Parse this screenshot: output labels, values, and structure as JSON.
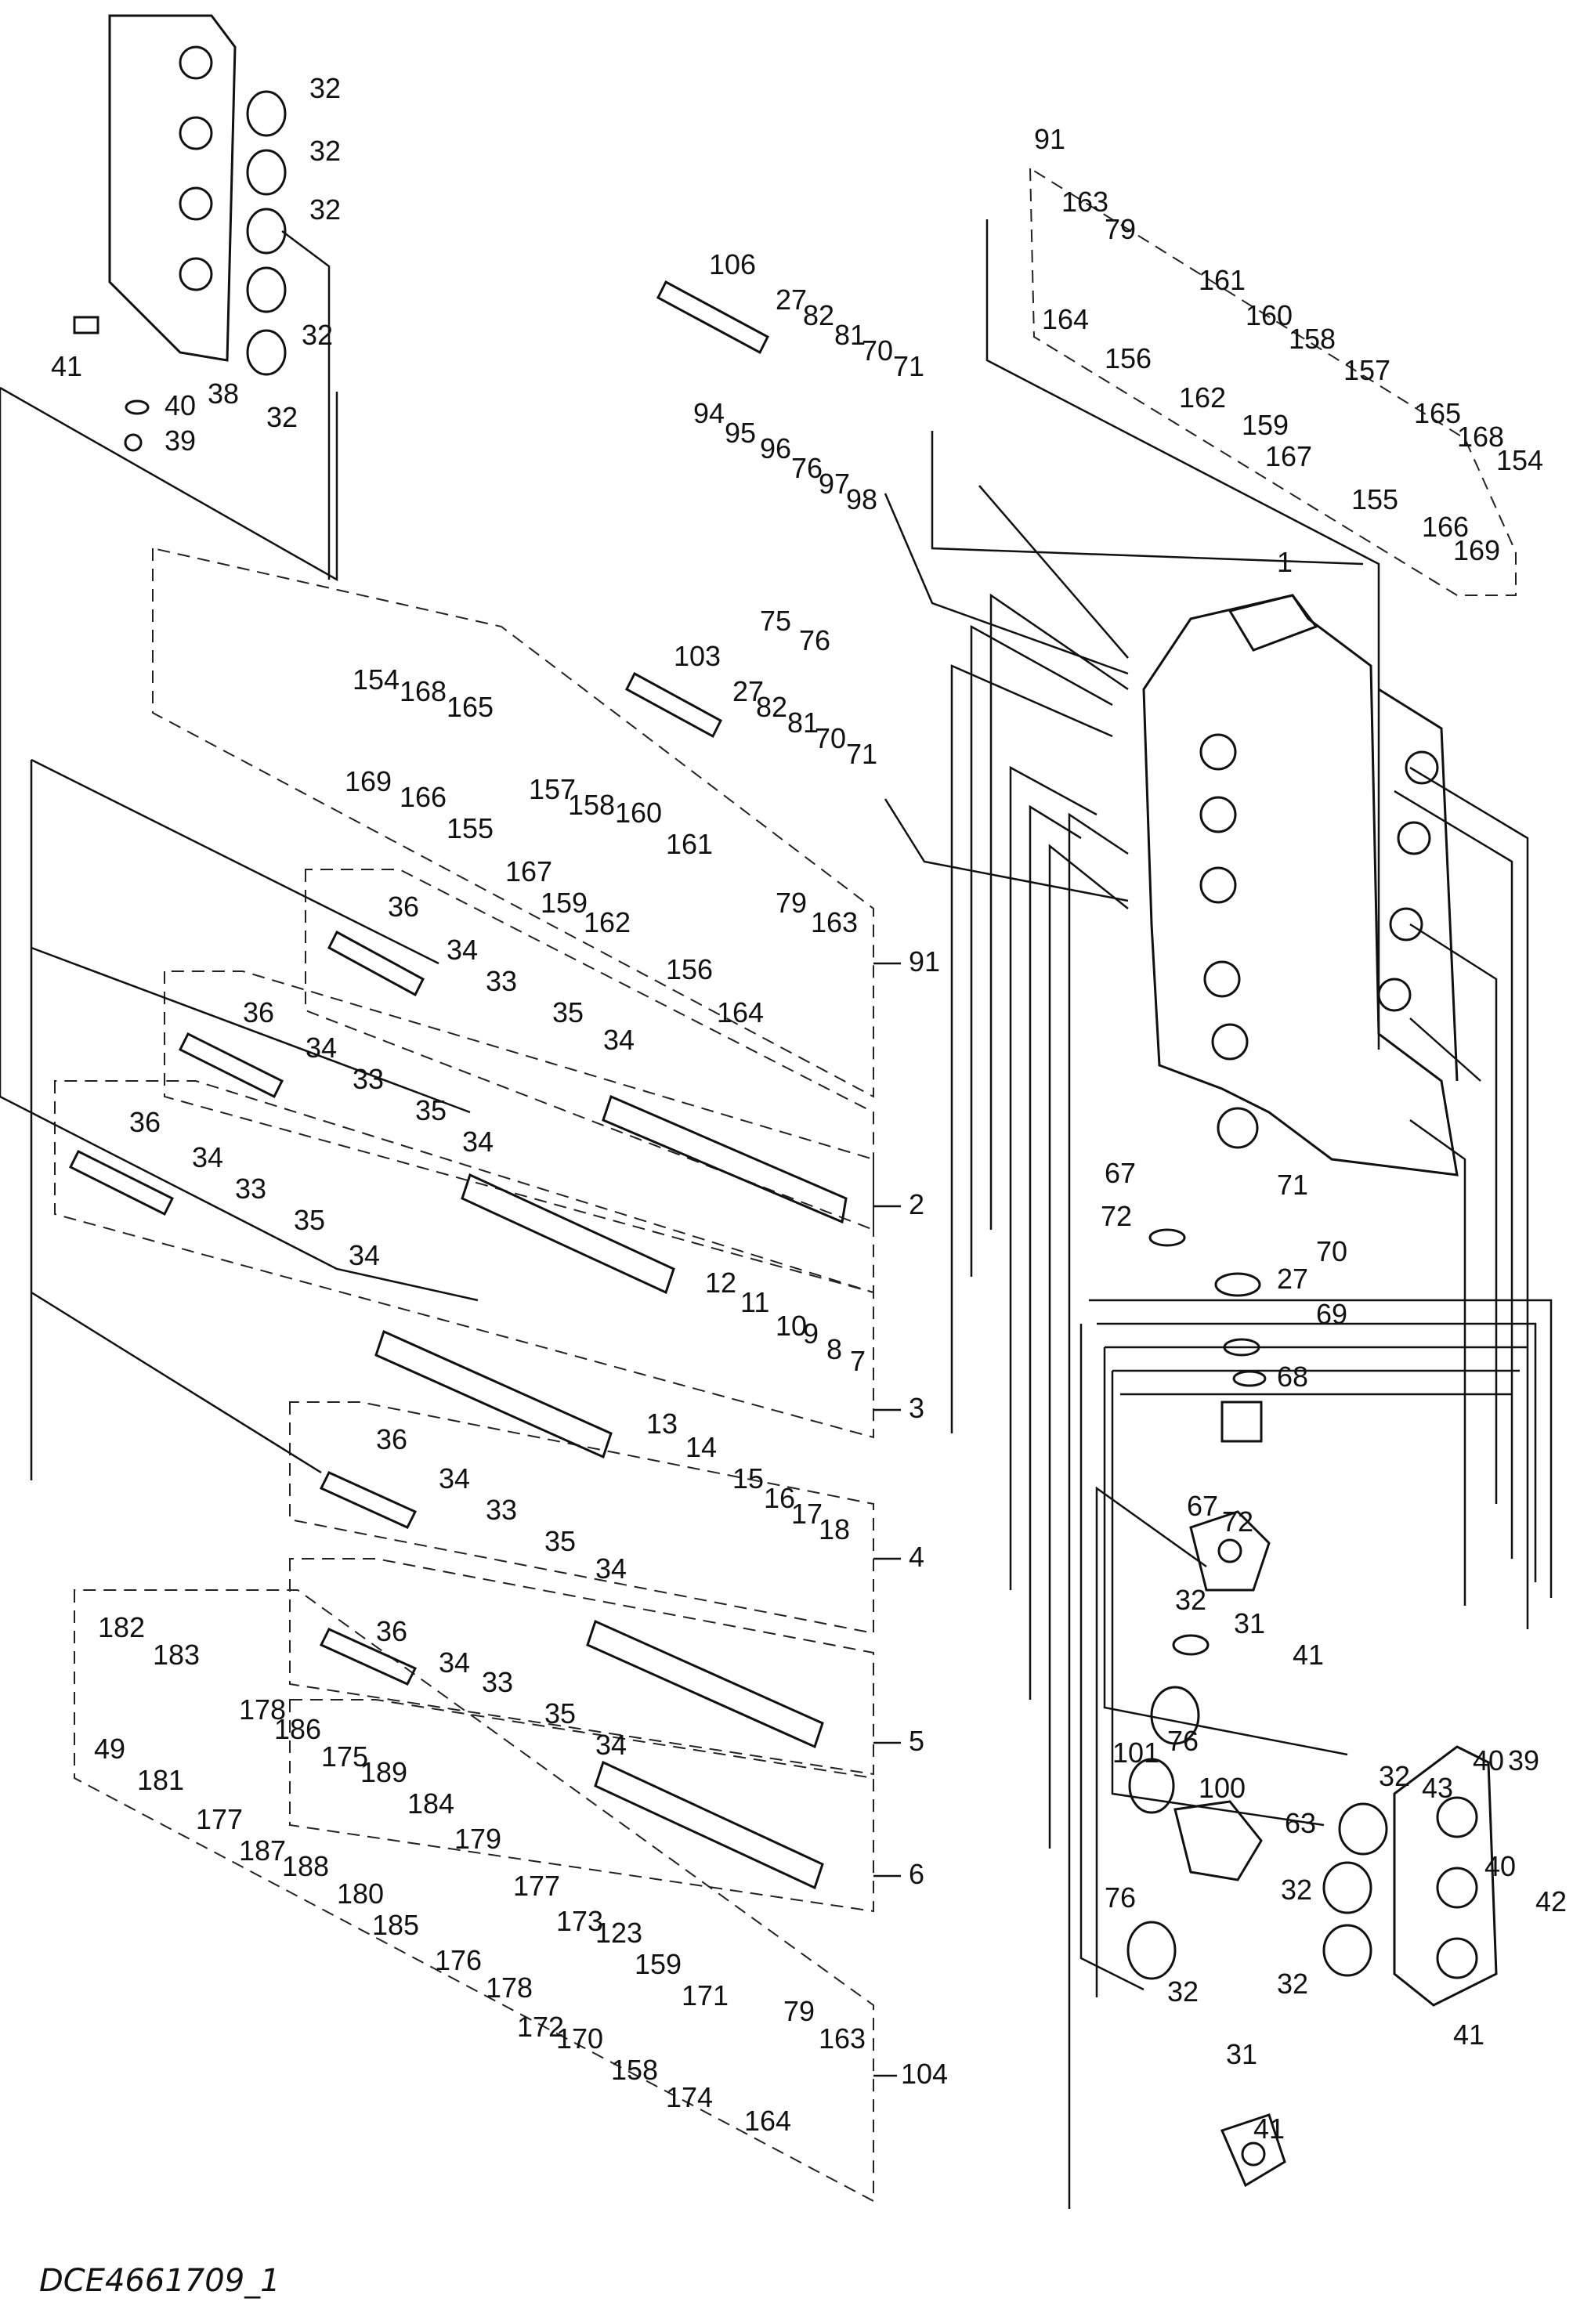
{
  "diagram": {
    "code": "DCE4661709_1",
    "group_labels": [
      {
        "id": "g91-top",
        "text": "91"
      },
      {
        "id": "g91",
        "text": "91"
      },
      {
        "id": "g2",
        "text": "2"
      },
      {
        "id": "g3",
        "text": "3"
      },
      {
        "id": "g4",
        "text": "4"
      },
      {
        "id": "g5",
        "text": "5"
      },
      {
        "id": "g6",
        "text": "6"
      },
      {
        "id": "g104",
        "text": "104"
      }
    ],
    "part_labels": [
      "32",
      "32",
      "32",
      "32",
      "32",
      "41",
      "38",
      "40",
      "39",
      "106",
      "27",
      "82",
      "81",
      "70",
      "71",
      "94",
      "95",
      "96",
      "76",
      "97",
      "98",
      "75",
      "76",
      "103",
      "27",
      "82",
      "81",
      "70",
      "71",
      "154",
      "168",
      "165",
      "169",
      "166",
      "155",
      "157",
      "158",
      "160",
      "167",
      "159",
      "162",
      "161",
      "79",
      "163",
      "156",
      "164",
      "36",
      "34",
      "33",
      "35",
      "34",
      "36",
      "34",
      "33",
      "35",
      "34",
      "36",
      "34",
      "33",
      "35",
      "34",
      "12",
      "11",
      "10",
      "9",
      "8",
      "7",
      "36",
      "34",
      "13",
      "14",
      "15",
      "16",
      "17",
      "18",
      "33",
      "35",
      "34",
      "36",
      "34",
      "33",
      "35",
      "34",
      "182",
      "183",
      "49",
      "181",
      "178",
      "186",
      "177",
      "187",
      "175",
      "189",
      "188",
      "184",
      "180",
      "185",
      "179",
      "177",
      "176",
      "178",
      "173",
      "172",
      "123",
      "170",
      "159",
      "158",
      "171",
      "174",
      "79",
      "163",
      "164",
      "163",
      "79",
      "164",
      "161",
      "156",
      "160",
      "158",
      "162",
      "159",
      "167",
      "157",
      "165",
      "168",
      "154",
      "155",
      "166",
      "169",
      "1",
      "67",
      "72",
      "71",
      "70",
      "27",
      "69",
      "68",
      "67",
      "72",
      "32",
      "31",
      "41",
      "101",
      "76",
      "100",
      "63",
      "76",
      "32",
      "43",
      "40",
      "39",
      "42",
      "40",
      "32",
      "32",
      "41",
      "32",
      "31",
      "41"
    ]
  }
}
